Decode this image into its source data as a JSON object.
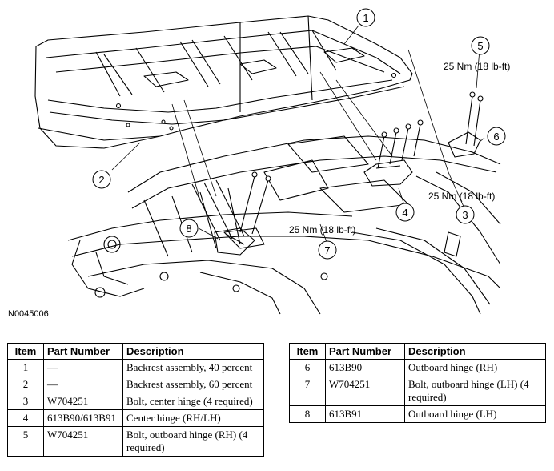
{
  "figure": {
    "id": "N0045006",
    "callouts": [
      "1",
      "2",
      "3",
      "4",
      "5",
      "6",
      "7",
      "8"
    ],
    "torques": {
      "t1": "25 Nm (18 lb-ft)",
      "t2": "25 Nm (18 lb-ft)",
      "t3": "25 Nm (18 lb-ft)"
    }
  },
  "table": {
    "headers": {
      "item": "Item",
      "part": "Part Number",
      "desc": "Description"
    },
    "left_rows": [
      {
        "item": "1",
        "part": "—",
        "desc": "Backrest assembly, 40 percent"
      },
      {
        "item": "2",
        "part": "—",
        "desc": "Backrest assembly, 60 percent"
      },
      {
        "item": "3",
        "part": "W704251",
        "desc": "Bolt, center hinge (4 required)"
      },
      {
        "item": "4",
        "part": "613B90/613B91",
        "desc": "Center hinge (RH/LH)"
      },
      {
        "item": "5",
        "part": "W704251",
        "desc": "Bolt, outboard hinge (RH) (4 required)"
      }
    ],
    "right_rows": [
      {
        "item": "6",
        "part": "613B90",
        "desc": "Outboard hinge (RH)"
      },
      {
        "item": "7",
        "part": "W704251",
        "desc": "Bolt, outboard hinge (LH) (4 required)"
      },
      {
        "item": "8",
        "part": "613B91",
        "desc": "Outboard hinge (LH)"
      }
    ]
  }
}
